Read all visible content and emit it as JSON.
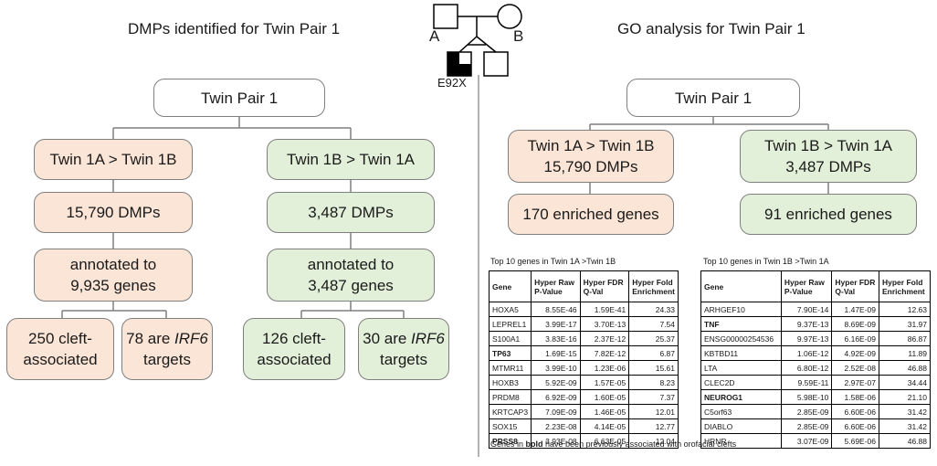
{
  "left": {
    "title": "DMPs identified for Twin Pair 1",
    "root": "Twin Pair 1",
    "branch_a": {
      "compare": "Twin 1A > Twin 1B",
      "dmps": "15,790 DMPs",
      "annot": [
        "annotated to",
        "9,935 genes"
      ],
      "cleft": [
        "250 cleft-",
        "associated"
      ],
      "irf6_pre": "78 are ",
      "irf6_em": "IRF6",
      "irf6_post": "targets"
    },
    "branch_b": {
      "compare": "Twin 1B > Twin 1A",
      "dmps": "3,487 DMPs",
      "annot": [
        "annotated to",
        "3,487 genes"
      ],
      "cleft": [
        "126 cleft-",
        "associated"
      ],
      "irf6_pre": "30 are ",
      "irf6_em": "IRF6",
      "irf6_post": "targets"
    }
  },
  "pedigree": {
    "label_a": "A",
    "label_b": "B",
    "variant": "E92X"
  },
  "right": {
    "title": "GO analysis for Twin Pair 1",
    "root": "Twin Pair 1",
    "branch_a": {
      "line1": "Twin 1A > Twin 1B",
      "line2": "15,790 DMPs",
      "enriched": "170 enriched genes"
    },
    "branch_b": {
      "line1": "Twin 1B > Twin 1A",
      "line2": "3,487 DMPs",
      "enriched": "91 enriched genes"
    }
  },
  "table_a": {
    "caption": "Top 10 genes in Twin 1A >Twin 1B",
    "headers": [
      "Gene",
      "Hyper Raw P-Value",
      "Hyper FDR Q-Val",
      "Hyper Fold Enrichment"
    ],
    "rows": [
      {
        "gene": "HOXA5",
        "p": "8.55E-46",
        "q": "1.59E-41",
        "fold": "24.33",
        "bold": false
      },
      {
        "gene": "LEPREL1",
        "p": "3.99E-17",
        "q": "3.70E-13",
        "fold": "7.54",
        "bold": false
      },
      {
        "gene": "S100A1",
        "p": "3.83E-16",
        "q": "2.37E-12",
        "fold": "25.37",
        "bold": false
      },
      {
        "gene": "TP63",
        "p": "1.69E-15",
        "q": "7.82E-12",
        "fold": "6.87",
        "bold": true
      },
      {
        "gene": "MTMR11",
        "p": "3.99E-10",
        "q": "1.23E-06",
        "fold": "15.61",
        "bold": false
      },
      {
        "gene": "HOXB3",
        "p": "5.92E-09",
        "q": "1.57E-05",
        "fold": "8.23",
        "bold": false
      },
      {
        "gene": "PRDM8",
        "p": "6.92E-09",
        "q": "1.60E-05",
        "fold": "7.37",
        "bold": false
      },
      {
        "gene": "KRTCAP3",
        "p": "7.09E-09",
        "q": "1.46E-05",
        "fold": "12.01",
        "bold": false
      },
      {
        "gene": "SOX15",
        "p": "2.23E-08",
        "q": "4.14E-05",
        "fold": "12.77",
        "bold": false
      },
      {
        "gene": "PRSS8",
        "p": "3.93E-08",
        "q": "6.63E-05",
        "fold": "12.04",
        "bold": true
      }
    ]
  },
  "table_b": {
    "caption": "Top 10 genes in Twin 1B >Twin 1A",
    "headers": [
      "Gene",
      "Hyper Raw P-Value",
      "Hyper FDR Q-Val",
      "Hyper Fold Enrichment"
    ],
    "rows": [
      {
        "gene": "ARHGEF10",
        "p": "7.90E-14",
        "q": "1.47E-09",
        "fold": "12.63",
        "bold": false
      },
      {
        "gene": "TNF",
        "p": "9.37E-13",
        "q": "8.69E-09",
        "fold": "31.97",
        "bold": true
      },
      {
        "gene": "ENSG00000254536",
        "p": "9.97E-13",
        "q": "6.16E-09",
        "fold": "86.87",
        "bold": false
      },
      {
        "gene": "KBTBD11",
        "p": "1.06E-12",
        "q": "4.92E-09",
        "fold": "11.89",
        "bold": false
      },
      {
        "gene": "LTA",
        "p": "6.80E-12",
        "q": "2.52E-08",
        "fold": "46.88",
        "bold": false
      },
      {
        "gene": "CLEC2D",
        "p": "9.59E-11",
        "q": "2.97E-07",
        "fold": "34.44",
        "bold": false
      },
      {
        "gene": "NEUROG1",
        "p": "5.98E-10",
        "q": "1.58E-06",
        "fold": "21.10",
        "bold": true
      },
      {
        "gene": "C5orf63",
        "p": "2.85E-09",
        "q": "6.60E-06",
        "fold": "31.42",
        "bold": false
      },
      {
        "gene": "DIABLO",
        "p": "2.85E-09",
        "q": "6.60E-06",
        "fold": "31.42",
        "bold": false
      },
      {
        "gene": "HRNR",
        "p": "3.07E-09",
        "q": "5.69E-06",
        "fold": "46.88",
        "bold": false
      }
    ]
  },
  "footnote": {
    "pre": "Genes in ",
    "em": "bold",
    "post": " have been previously associated with orofacial clefts"
  }
}
